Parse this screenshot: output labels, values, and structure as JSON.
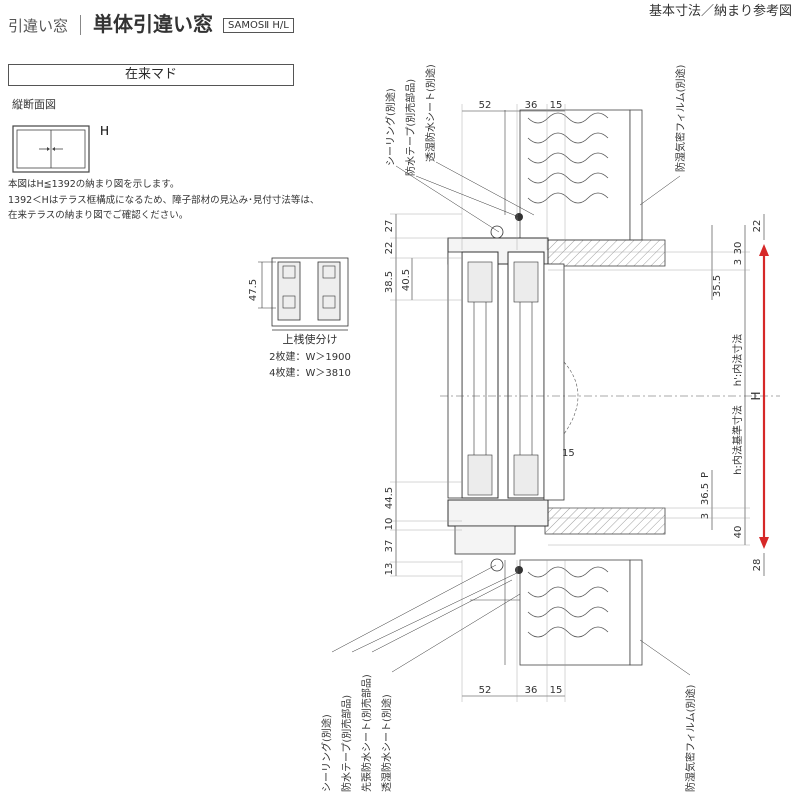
{
  "header": {
    "category": "引違い窓",
    "title": "単体引違い窓",
    "series": "SAMOSⅡ H/L",
    "section_title": "基本寸法／納まり参考図"
  },
  "band": {
    "label": "在来マド"
  },
  "section_label": "縦断面図",
  "icon": {
    "h_label": "H"
  },
  "notes": [
    "本図はH≦1392の納まり図を示します。",
    "1392＜Hはテラス框構成になるため、障子部材の見込み･見付寸法等は、",
    "在来テラスの納まり図でご確認ください。"
  ],
  "inset": {
    "dimension": "47.5",
    "caption": "上桟使分け",
    "rules": [
      "2枚建：W＞1900",
      "4枚建：W＞3810"
    ]
  },
  "dims": {
    "top_horizontal": [
      "52",
      "36",
      "15"
    ],
    "bottom_horizontal": [
      "52",
      "36",
      "15"
    ],
    "left_vertical": [
      "27",
      "22",
      "38.5",
      "40.5",
      "44.5",
      "10",
      "37",
      "13"
    ],
    "right_inner": [
      "30",
      "35.5",
      "36.5",
      "3",
      "3",
      "40"
    ],
    "right_outer": [
      "22",
      "28"
    ],
    "mid_15": "15"
  },
  "labels": {
    "top": [
      "シーリング(別途)",
      "防水テープ(別売部品)",
      "透湿防水シート(別途)"
    ],
    "top_right": "防湿気密フィルム(別途)",
    "bottom": [
      "シーリング(別途)",
      "防水テープ(別売部品)",
      "先張防水シート(別売部品)",
      "透湿防水シート(別途)"
    ],
    "bottom_right": "防湿気密フィルム(別途)",
    "vertical_dims": [
      "h':内法寸法",
      "h:内法基準寸法",
      "P",
      "H"
    ]
  },
  "colors": {
    "accent_red": "#d62828",
    "line": "#333333",
    "hatch": "#888888"
  }
}
